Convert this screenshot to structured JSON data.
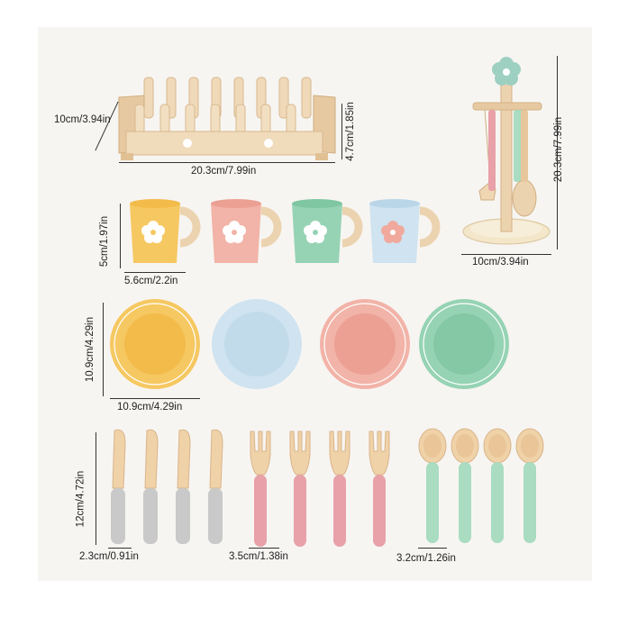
{
  "dimensions": {
    "rack_depth": "10cm/3.94in",
    "rack_width": "20.3cm/7.99in",
    "rack_height": "4.7cm/1.85in",
    "stand_height": "20.3cm/7.99in",
    "stand_base": "10cm/3.94in",
    "cup_height": "5cm/1.97in",
    "cup_width": "5.6cm/2.2in",
    "plate_height": "10.9cm/4.29in",
    "plate_width": "10.9cm/4.29in",
    "utensil_height": "12cm/4.72in",
    "knife_width": "2.3cm/0.91in",
    "fork_width": "3.5cm/1.38in",
    "spoon_width": "3.2cm/1.26in"
  },
  "colors": {
    "wood": "#ecd3b0",
    "wood_dark": "#d9b98e",
    "yellow": "#f6c862",
    "pink": "#f2b3a8",
    "mint": "#96d3b4",
    "blue": "#cfe3f0",
    "grey_handle": "#c9c9c9",
    "pink_handle": "#e8a1a8",
    "green_handle": "#a9dcc0"
  },
  "items": {
    "cups": [
      "yellow",
      "pink",
      "mint",
      "blue"
    ],
    "plates": [
      "yellow",
      "blue",
      "pink",
      "mint"
    ]
  }
}
